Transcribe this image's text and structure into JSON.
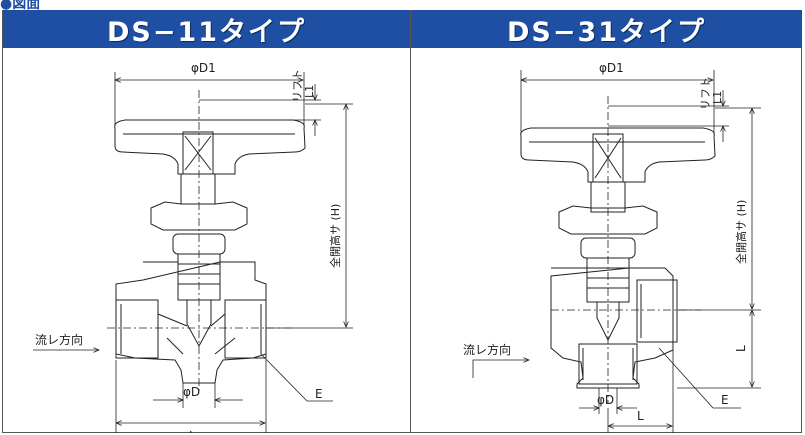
{
  "section_label": "●図面",
  "left": {
    "title": "DS−11タイプ",
    "dims": {
      "d1": "φD1",
      "lift": "リフト",
      "lift_code": "L1",
      "height": "全開高サ (H)",
      "d": "φD",
      "l": "L",
      "e": "E"
    },
    "flow_label": "流レ方向"
  },
  "right": {
    "title": "DS−31タイプ",
    "dims": {
      "d1": "φD1",
      "lift": "リフト",
      "lift_code": "L1",
      "height": "全開高サ (H)",
      "d": "φD",
      "l_vertical": "L",
      "l": "L",
      "e": "E"
    },
    "flow_label": "流レ方向"
  }
}
